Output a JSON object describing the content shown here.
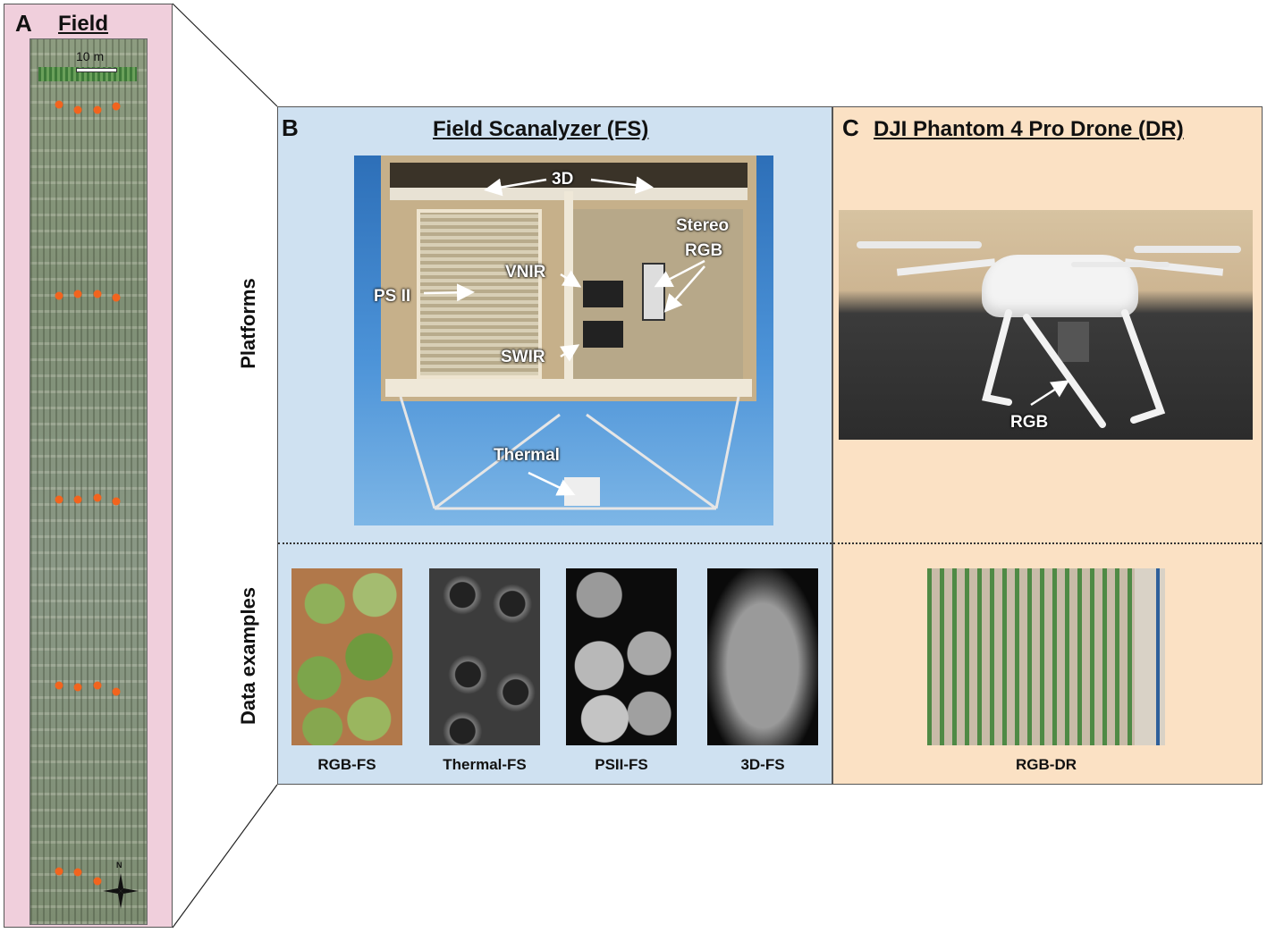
{
  "panel_a": {
    "letter": "A",
    "title": "Field",
    "scale_label": "10 m",
    "north_label": "N"
  },
  "panel_b": {
    "letter": "B",
    "title": "Field Scanalyzer (FS)"
  },
  "panel_c": {
    "letter": "C",
    "title": "DJI Phantom 4 Pro Drone (DR)"
  },
  "row_labels": {
    "platforms": "Platforms",
    "data_examples": "Data examples"
  },
  "scanalyzer_annotations": {
    "three_d": "3D",
    "stereo_line1": "Stereo",
    "stereo_line2": "RGB",
    "vnir": "VNIR",
    "ps2": "PS II",
    "swir": "SWIR",
    "thermal": "Thermal"
  },
  "drone_annotations": {
    "rgb": "RGB"
  },
  "data_examples": {
    "rgb_fs": "RGB-FS",
    "thermal_fs": "Thermal-FS",
    "psii_fs": "PSII-FS",
    "three_d_fs": "3D-FS",
    "rgb_dr": "RGB-DR"
  },
  "colors": {
    "panel_a_bg": "#f0cfdc",
    "panel_b_bg": "#cfe1f1",
    "panel_c_bg": "#fbe1c4",
    "marker": "#f2641e",
    "field": "#8a9a7e"
  }
}
